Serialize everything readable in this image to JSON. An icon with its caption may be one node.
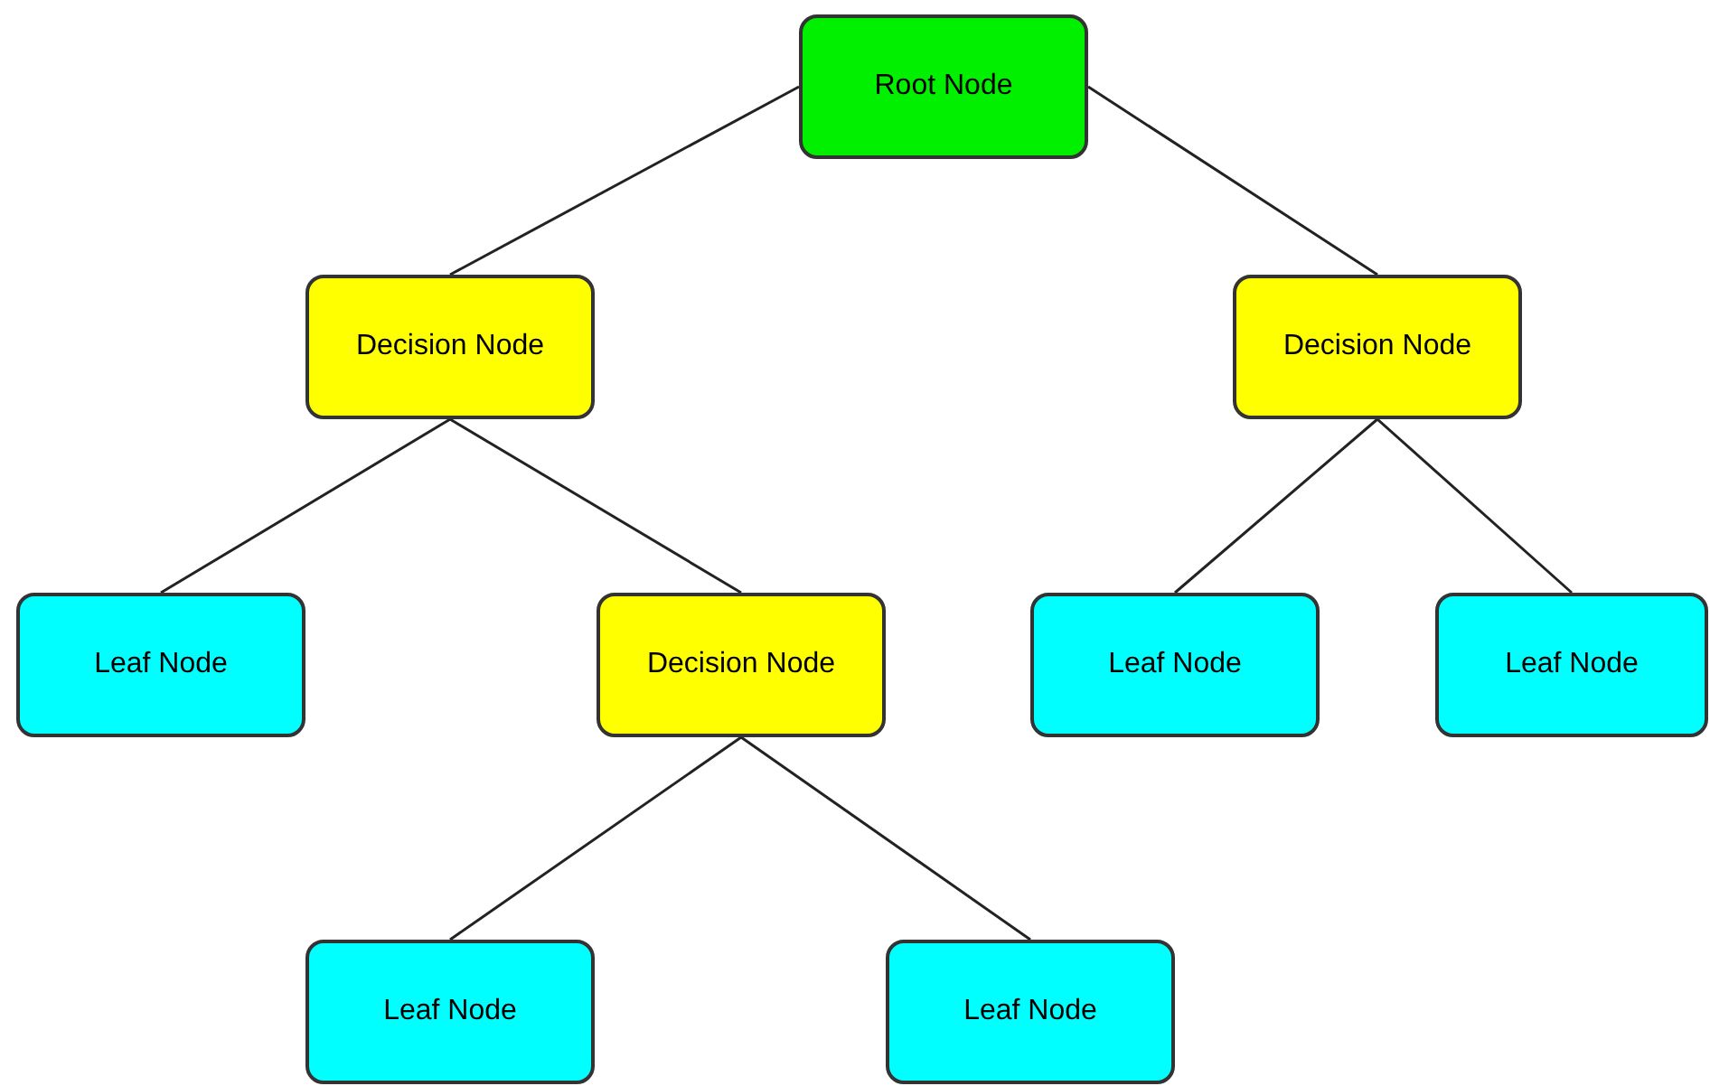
{
  "diagram": {
    "nodes": [
      {
        "text": [
          "Root Node"
        ]
      },
      {
        "text": [
          "Decision Node"
        ]
      },
      {
        "text": [
          "Decision Node"
        ]
      },
      {
        "text": [
          "Leaf Node"
        ]
      },
      {
        "text": [
          "Decision Node"
        ]
      },
      {
        "text": [
          "Leaf Node"
        ]
      },
      {
        "text": [
          "Leaf Node"
        ]
      },
      {
        "text": [
          "Leaf Node"
        ]
      },
      {
        "text": [
          "Leaf Node"
        ]
      }
    ],
    "edges": [
      {
        "from": 0,
        "to": 1,
        "arrow": "none"
      },
      {
        "from": 0,
        "to": 2,
        "arrow": "none"
      },
      {
        "from": 1,
        "to": 3,
        "arrow": "none"
      },
      {
        "from": 1,
        "to": 4,
        "arrow": "none"
      },
      {
        "from": 2,
        "to": 5,
        "arrow": "none"
      },
      {
        "from": 2,
        "to": 6,
        "arrow": "none"
      },
      {
        "from": 4,
        "to": 7,
        "arrow": "none"
      },
      {
        "from": 4,
        "to": 8,
        "arrow": "none"
      }
    ]
  }
}
